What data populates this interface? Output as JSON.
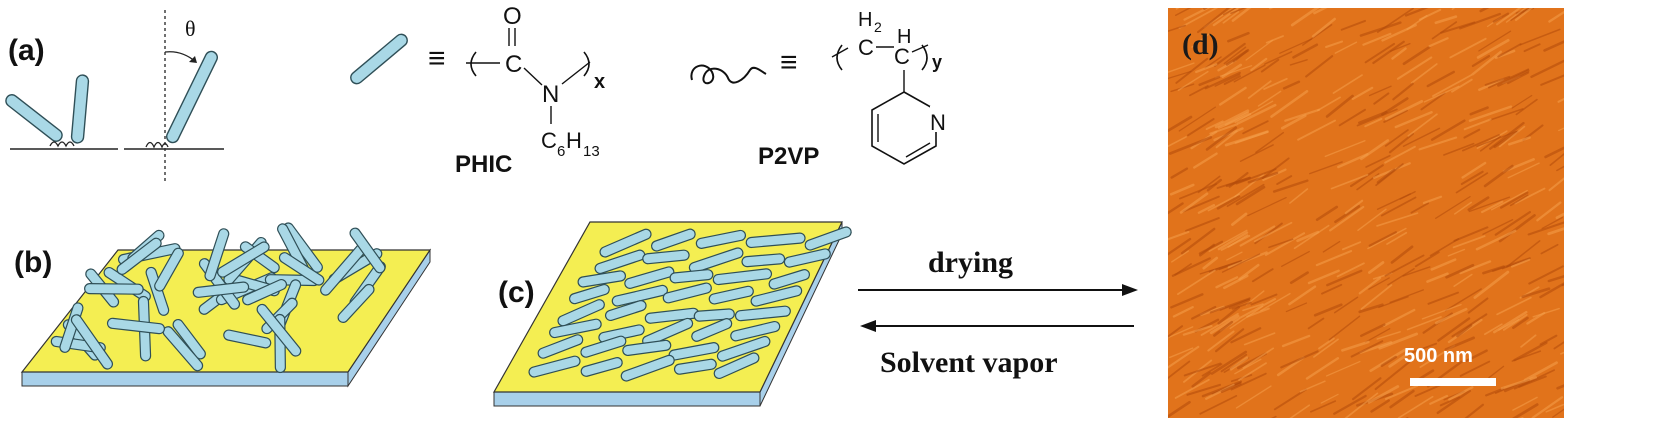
{
  "panels": {
    "a": "(a)",
    "b": "(b)",
    "c": "(c)",
    "d": "(d)"
  },
  "angle_symbol": "θ",
  "equiv": "≡",
  "phic": {
    "name": "PHIC",
    "oxygen": "O",
    "carbon": "C",
    "nitrogen": "N",
    "subscript": "x",
    "side_chain_c": "C",
    "side_chain_c_sub": "6",
    "side_chain_h": "H",
    "side_chain_h_sub": "13"
  },
  "p2vp": {
    "name": "P2VP",
    "h2": "H",
    "h2_sub": "2",
    "c1": "C",
    "c2": "C",
    "h": "H",
    "subscript": "y",
    "ring_n": "N"
  },
  "process": {
    "forward": "drying",
    "reverse": "Solvent vapor"
  },
  "scale_bar": "500 nm",
  "colors": {
    "rod": "#a9d8e6",
    "rod_edge": "#2f4f57",
    "substrate_top": "#f4ee52",
    "substrate_side": "#a8d0ea",
    "afm_bg": "#e1731b",
    "afm_dark": "#b24a0a",
    "afm_light": "#f5a04c"
  }
}
